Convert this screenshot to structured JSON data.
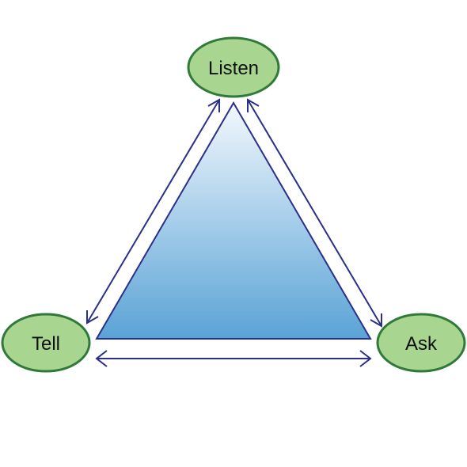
{
  "nodes": {
    "listen": {
      "label": "Listen"
    },
    "tell": {
      "label": "Tell"
    },
    "ask": {
      "label": "Ask"
    }
  },
  "colors": {
    "node_fill": "#a8d58f",
    "node_stroke": "#2f7a3a",
    "arrow": "#2b2f8c",
    "triangle_top": "#f3f8fd",
    "triangle_bottom": "#5aa3d6",
    "triangle_stroke": "#2b2f8c"
  }
}
